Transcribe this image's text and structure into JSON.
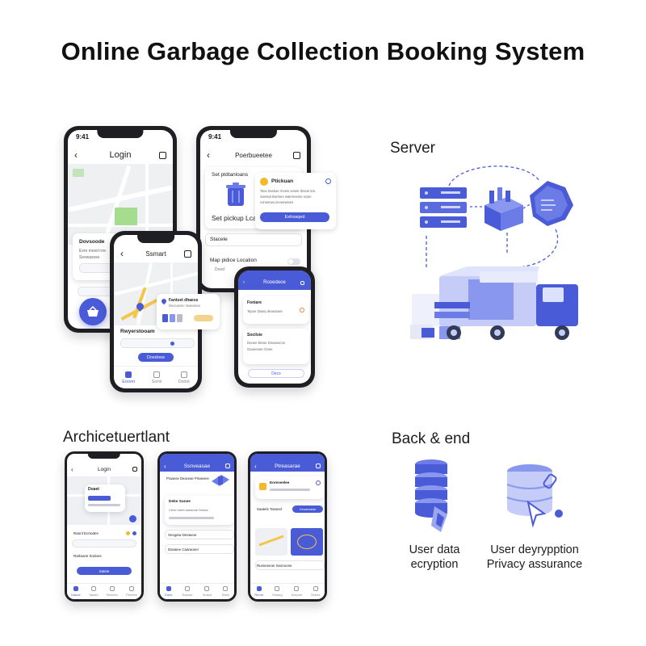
{
  "title": "Online Garbage Collection Booking System",
  "labels": {
    "server": "Server",
    "architecture": "Archicetuertlant",
    "backend": "Back & end"
  },
  "captions": {
    "user_data": [
      "User data",
      "ecryption"
    ],
    "user_decryption": [
      "User deyrypption",
      "Privacy assurance"
    ]
  },
  "phones": {
    "login_large": {
      "time": "9:41",
      "nav_title": "Login",
      "card_label": "Dovsoode",
      "card_line1": "Exre mesd rrre",
      "card_line2": "Seswassse"
    },
    "pickup_large": {
      "time": "9:41",
      "nav_title": "Poerbueetee",
      "section": "Set ptdtanloans",
      "pickup_label": "Set pickup Lcat",
      "schedule_label": "Stacele",
      "location_label": "Map pldice Location",
      "location_sub": "Dood",
      "popup_title": "Ptickuan",
      "popup_line1": "Tsoe tinekun rnoesi vesee tirneet tire.",
      "popup_line2": "Soeisot tiwrrsee wairnreeine scoie",
      "popup_line3": "conserwe,eeveewiees",
      "popup_button": "Extrsaqed"
    },
    "summary_mid": {
      "nav_title": "Ssmart",
      "popup_title": "Fantset dhaess",
      "popup_line": "Deecaose: wweanea",
      "label": "Rwyerstooam",
      "button": "Dosdooe",
      "tabs": [
        "Eooon",
        "Sorsl",
        "Dsdst"
      ]
    },
    "details_blue": {
      "nav_title": "Rooedeoe",
      "item1_title": "Foniare",
      "item1_line": "Tepoe Dianq deasoowe",
      "item2_title": "Socilsie",
      "item2_line1": "Dooee Eteoe Dooaeecoe",
      "item2_line2": "Gaoeeese Clone",
      "button": "Decs"
    },
    "arch_login": {
      "nav_title": "Login",
      "card_title": "Doaet",
      "row1": "Rannl Ecrtodes",
      "row2": "Rarlaoee Sndoes",
      "button": "Sateie",
      "tabs": [
        "Dasne",
        "Tasetd",
        "Reneen",
        "Peeeee"
      ]
    },
    "arch_service": {
      "nav_title": "Ssnveasae",
      "head": "Praaeoe Deaceae Pmaeeee",
      "block_title": "Deke Sanee",
      "block_line": "Cene meet saeaone Deaec",
      "row1": "Snsgeiw Desaeoe",
      "row2": "Dasaiee Caaraoeer",
      "tabs": [
        "Eane",
        "Eamoe",
        "Soavd",
        "Teste"
      ]
    },
    "arch_booking": {
      "nav_title": "Ptreasarae",
      "head": "Eoreseelee",
      "row1": "Saatele Tasseel",
      "badge": "Ceoannese",
      "row2": "Rusneeeoe Sesnoone",
      "tabs": [
        "Reme",
        "Sroseg",
        "Sosone",
        "Seene"
      ]
    }
  },
  "colors": {
    "accent": "#4a5bd8",
    "accent_light": "#8a97ee",
    "park": "#a6dc90",
    "road_yellow": "#f2c648",
    "icon_yellow": "#f3b82b"
  }
}
